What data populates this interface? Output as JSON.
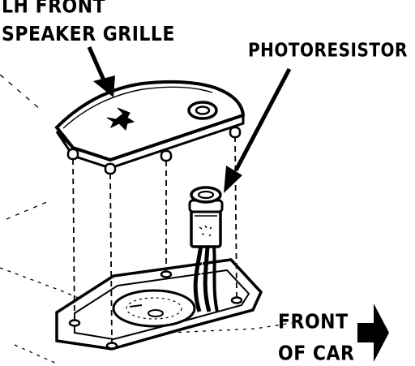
{
  "labels": {
    "grille_line1": "LH FRONT",
    "grille_line2": "SPEAKER GRILLE",
    "photoresistor": "PHOTORESISTOR",
    "front_line1": "FRONT",
    "front_line2": "OF CAR"
  },
  "colors": {
    "ink": "#000000",
    "paper": "#ffffff"
  },
  "icons": {
    "pointer_grille": "arrow-down-right-icon",
    "pointer_photo": "arrow-down-left-icon",
    "direction": "arrow-right-icon"
  }
}
